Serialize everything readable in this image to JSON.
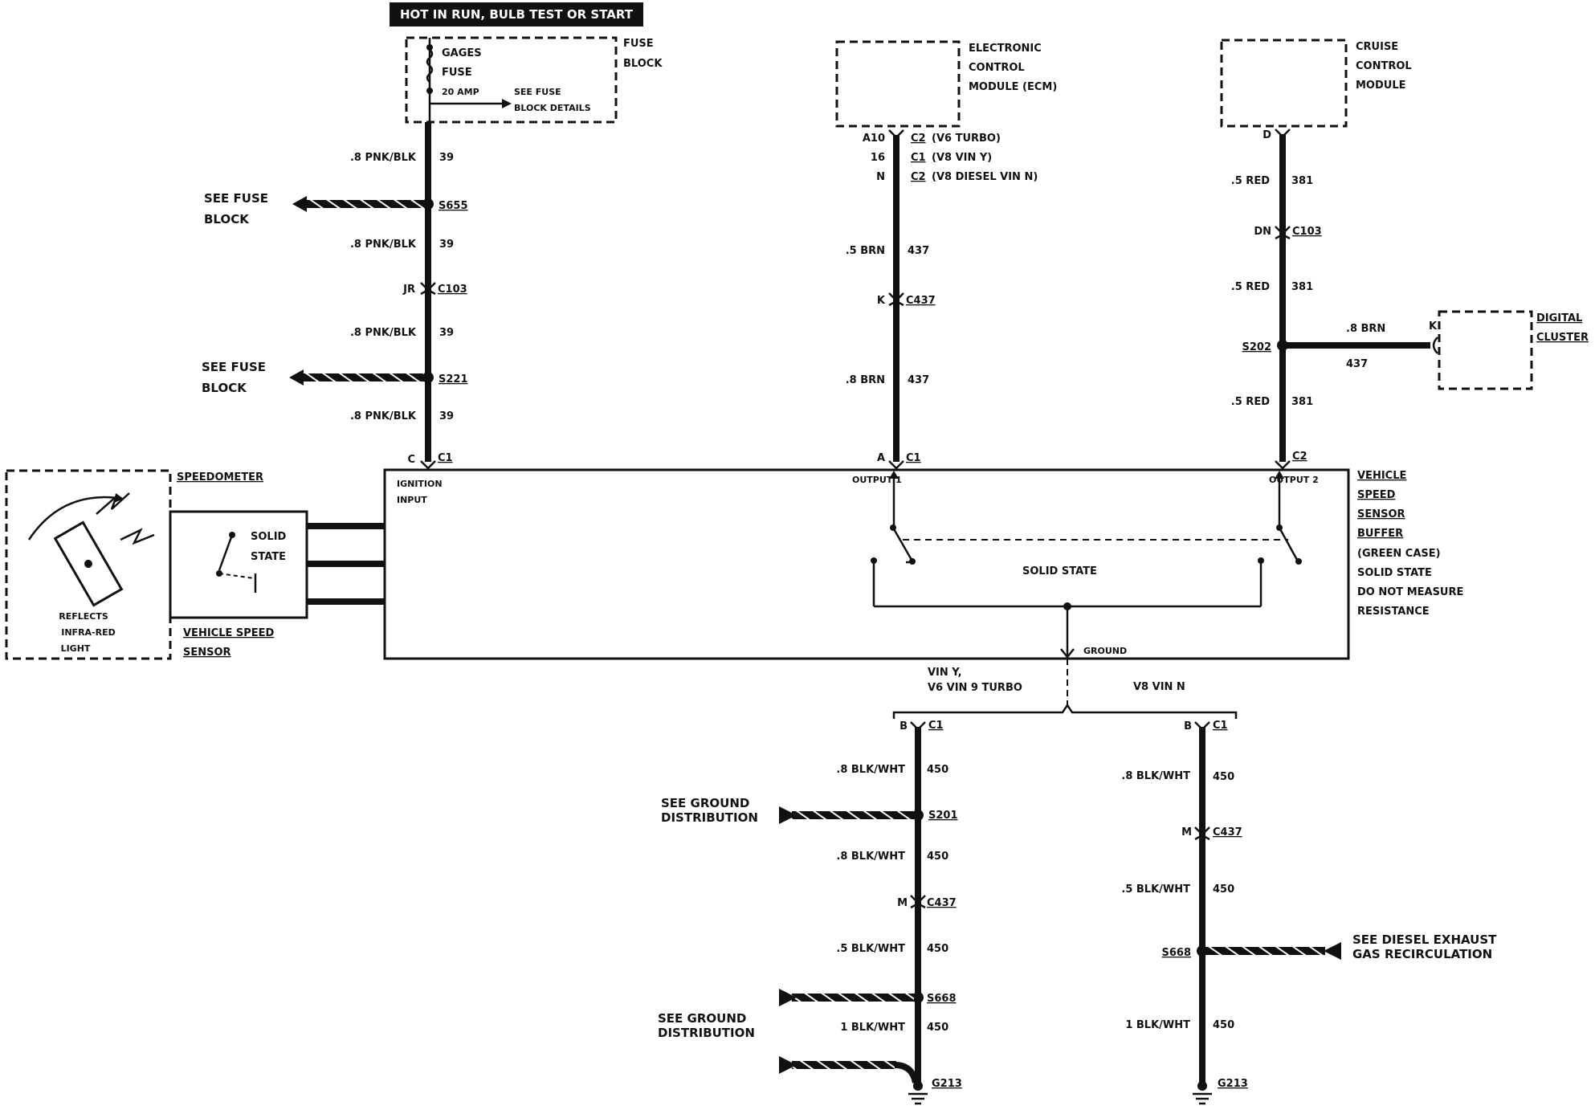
{
  "banner": "HOT IN RUN, BULB TEST OR START",
  "fuse_block": {
    "gages": "GAGES",
    "fuse": "FUSE",
    "amp": "20 AMP",
    "see_fuse_1": "SEE FUSE",
    "see_fuse_2": "BLOCK DETAILS",
    "label_1": "FUSE",
    "label_2": "BLOCK"
  },
  "ecm": {
    "l1": "ELECTRONIC",
    "l2": "CONTROL",
    "l3": "MODULE (ECM)"
  },
  "cruise": {
    "l1": "CRUISE",
    "l2": "CONTROL",
    "l3": "MODULE"
  },
  "cluster": {
    "l1": "DIGITAL",
    "l2": "CLUSTER",
    "pin": "K",
    "wire_gauge": ".8 BRN",
    "circuit": "437"
  },
  "left_circuit": {
    "wire": ".8 PNK/BLK",
    "circuit": "39",
    "s655": "S655",
    "s221": "S221",
    "jr": "JR",
    "c103": "C103",
    "pin_c": "C",
    "c1": "C1",
    "see_fuse_1": "SEE FUSE",
    "see_fuse_2": "BLOCK"
  },
  "center_circuit": {
    "a10": "A10",
    "c2": "C2",
    "v6turbo": "(V6 TURBO)",
    "p16": "16",
    "c1": "C1",
    "v8viny": "(V8 VIN Y)",
    "pn": "N",
    "v8diesel": "(V8 DIESEL VIN N)",
    "wire": ".5 BRN",
    "wire2": ".8 BRN",
    "circuit": "437",
    "pk": "K",
    "c437": "C437",
    "pa": "A"
  },
  "right_circuit": {
    "pd": "D",
    "wire": ".5 RED",
    "circuit": "381",
    "dn": "DN",
    "c103": "C103",
    "s202": "S202",
    "c2": "C2"
  },
  "buffer": {
    "ignition_1": "IGNITION",
    "ignition_2": "INPUT",
    "output1": "OUTPUT 1",
    "output2": "OUTPUT 2",
    "solid_state": "SOLID STATE",
    "ground": "GROUND",
    "desc": [
      "VEHICLE",
      "SPEED",
      "SENSOR",
      "BUFFER",
      "(GREEN CASE)",
      "SOLID STATE",
      "DO NOT MEASURE",
      "RESISTANCE"
    ]
  },
  "speedometer": {
    "label": "SPEEDOMETER",
    "reflects_1": "REFLECTS",
    "reflects_2": "INFRA-RED",
    "reflects_3": "LIGHT",
    "solid_1": "SOLID",
    "solid_2": "STATE",
    "vss_1": "VEHICLE SPEED",
    "vss_2": "SENSOR"
  },
  "ground_split": {
    "left_1": "VIN Y,",
    "left_2": "V6 VIN 9 TURBO",
    "right": "V8 VIN N"
  },
  "ground_left": {
    "pb": "B",
    "c1": "C1",
    "wire8": ".8 BLK/WHT",
    "wire5": ".5 BLK/WHT",
    "wire1": "1 BLK/WHT",
    "circuit": "450",
    "s201": "S201",
    "pm": "M",
    "c437": "C437",
    "s668": "S668",
    "g213": "G213",
    "see_gd_1": "SEE GROUND",
    "see_gd_2": "DISTRIBUTION"
  },
  "ground_right": {
    "pb": "B",
    "c1": "C1",
    "wire8": ".8 BLK/WHT",
    "wire5": ".5 BLK/WHT",
    "wire1": "1 BLK/WHT",
    "circuit": "450",
    "pm": "M",
    "c437": "C437",
    "s668": "S668",
    "g213": "G213",
    "see_egr_1": "SEE DIESEL EXHAUST",
    "see_egr_2": "GAS RECIRCULATION"
  }
}
